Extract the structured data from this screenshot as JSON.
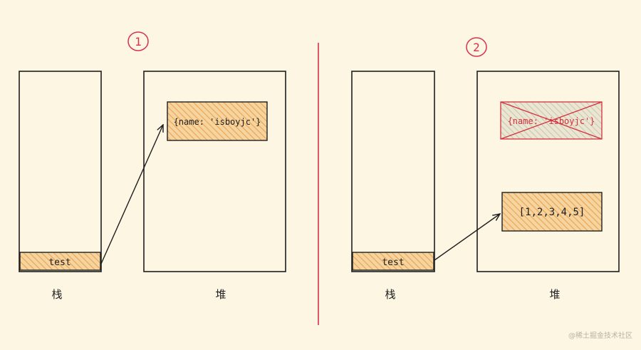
{
  "panels": [
    {
      "step_label": "1",
      "stack": {
        "title": "栈",
        "variable": "test"
      },
      "heap": {
        "title": "堆",
        "objects": [
          {
            "text": "{name: 'isboyjc'}",
            "status": "active"
          }
        ]
      }
    },
    {
      "step_label": "2",
      "stack": {
        "title": "栈",
        "variable": "test"
      },
      "heap": {
        "title": "堆",
        "objects": [
          {
            "text": "{name: 'isboyjc'}",
            "status": "removed"
          },
          {
            "text": "[1,2,3,4,5]",
            "status": "active"
          }
        ]
      }
    }
  ],
  "watermark": "@稀土掘金技术社区",
  "colors": {
    "background": "#fcf6e3",
    "stroke": "#1e1e1e",
    "fill_orange": "#f0b66b",
    "divider_red": "#d6334a",
    "removed_red": "#d4313d",
    "removed_fill": "#ccc9b4"
  }
}
